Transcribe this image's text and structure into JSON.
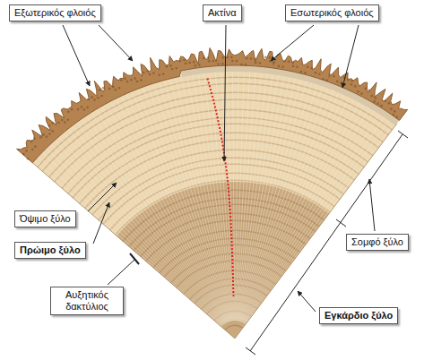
{
  "diagram": {
    "labels": [
      "Εξωτερικός φλοιός",
      "Ακτίνα",
      "Εσωτερικός φλοιός",
      "Όψιμο ξύλο",
      "Πρώιμο ξύλο",
      "Αυξητικός δακτύλιος",
      "Σομφό ξύλο",
      "Εγκάρδιο ξύλο"
    ]
  }
}
